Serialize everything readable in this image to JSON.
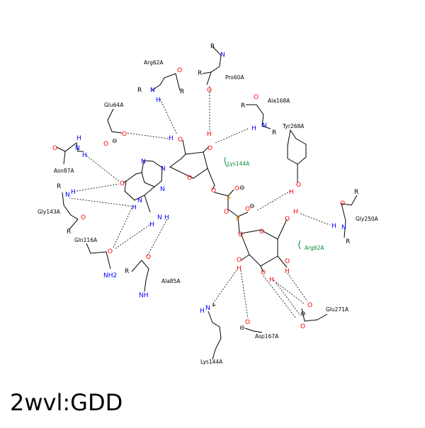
{
  "title": "2wvl:GDD",
  "residues": {
    "arg62a_top": "Arg62A",
    "pro60a": "Pro60A",
    "ala168a": "Ala168A",
    "glu64a": "Glu64A",
    "tyr268a": "Tyr268A",
    "asn87a": "Asn87A",
    "lys144a_hydrophobic": "Lys144A",
    "gly143a": "Gly143A",
    "gln116a": "Gln116A",
    "gly250a": "Gly250A",
    "arg62a_hydrophobic": "Arg62A",
    "ala85a": "Ala85A",
    "glu271a": "Glu271A",
    "asp167a": "Asp167A",
    "lys144a": "Lys144A"
  },
  "atoms": {
    "O": "O",
    "N": "N",
    "H": "H",
    "P": "P",
    "R": "R",
    "NH": "NH",
    "NH2": "NH2",
    "NH3": "N"
  },
  "signs": {
    "minus": "⊖",
    "plus": "+"
  },
  "colors": {
    "oxygen": "#ff0000",
    "nitrogen": "#0000ff",
    "phosphorus": "#ff8000",
    "hydrophobic": "#008a3b",
    "bond": "#000000"
  }
}
